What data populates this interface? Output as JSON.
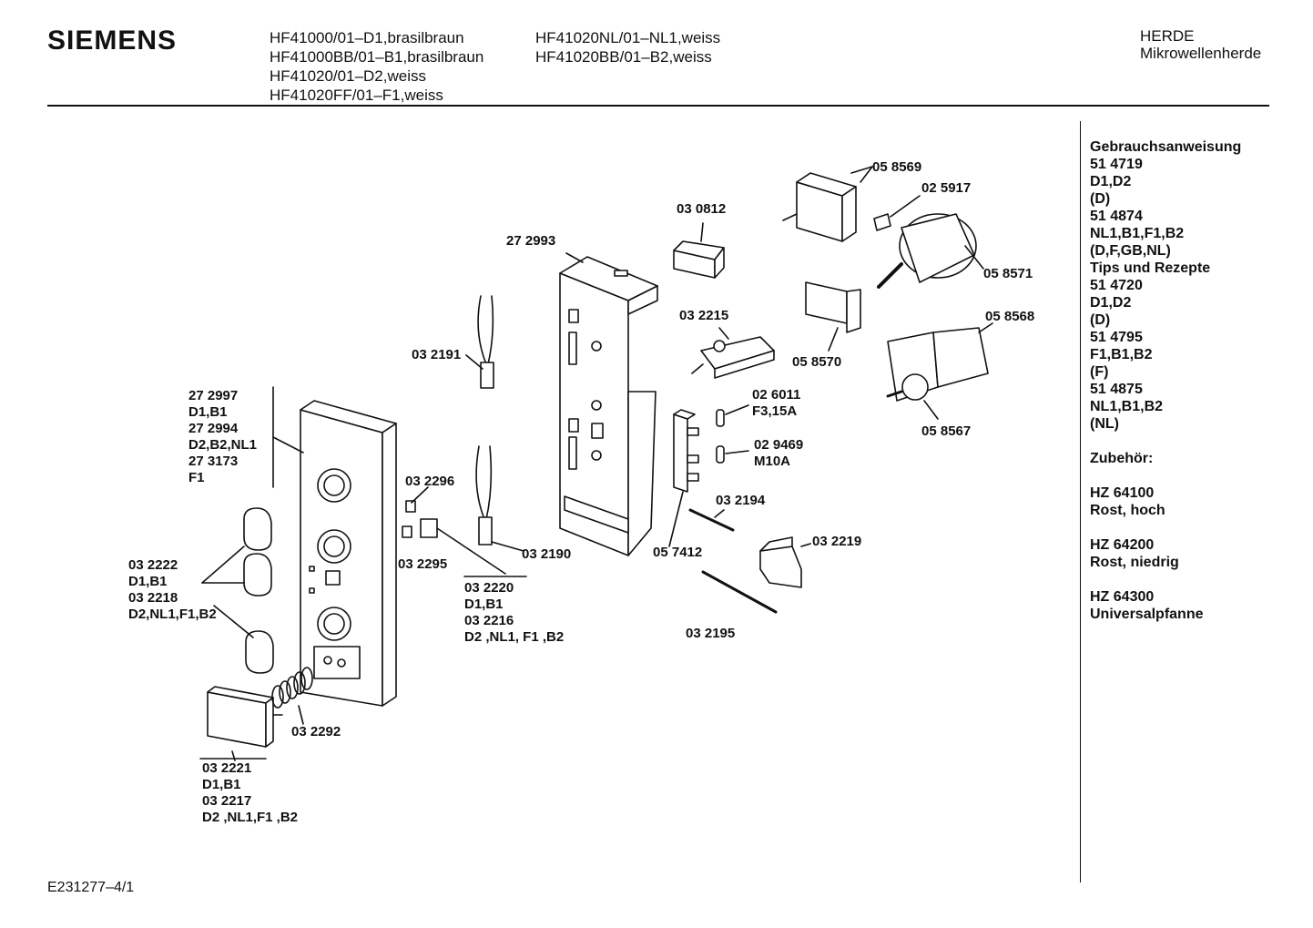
{
  "header": {
    "brand": "SIEMENS",
    "models_col1": [
      "HF41000/01–D1,brasilbraun",
      "HF41000BB/01–B1,brasilbraun",
      "HF41020/01–D2,weiss",
      "HF41020FF/01–F1,weiss"
    ],
    "models_col2": [
      "HF41020NL/01–NL1,weiss",
      "HF41020BB/01–B2,weiss"
    ],
    "category": [
      "HERDE",
      "Mikrowellenherde"
    ]
  },
  "sidebar": {
    "lines": [
      "Gebrauchsanweisung",
      "51 4719",
      "D1,D2",
      "(D)",
      "51 4874",
      "NL1,B1,F1,B2",
      "(D,F,GB,NL)",
      "Tips und Rezepte",
      "51 4720",
      "D1,D2",
      "(D)",
      "51 4795",
      "F1,B1,B2",
      "(F)",
      "51 4875",
      "NL1,B1,B2",
      "(NL)",
      "",
      "Zubehör:",
      "",
      "HZ 64100",
      "Rost, hoch",
      "",
      "HZ 64200",
      "Rost, niedrig",
      "",
      "HZ 64300",
      "Universalpfanne"
    ]
  },
  "parts": {
    "p058569": "05 8569",
    "p025917": "02 5917",
    "p030812": "03 0812",
    "p272993": "27 2993",
    "p058571": "05 8571",
    "p032215": "03 2215",
    "p058570": "05 8570",
    "p058568": "05 8568",
    "p032191": "03 2191",
    "p026011": [
      "02 6011",
      "F3,15A"
    ],
    "p058567": "05 8567",
    "p029469": [
      "02 9469",
      "M10A"
    ],
    "panel": [
      "27 2997",
      "D1,B1",
      "27 2994",
      "D2,B2,NL1",
      "27 3173",
      "F1"
    ],
    "p032296": "03 2296",
    "p032194": "03 2194",
    "p032219": "03 2219",
    "p032295": "03 2295",
    "p032190": "03 2190",
    "p057412": "05 7412",
    "knobs": [
      "03 2222",
      "D1,B1",
      "03 2218",
      "D2,NL1,F1,B2"
    ],
    "buttons": [
      "03 2220",
      "D1,B1",
      "03 2216",
      "D2 ,NL1, F1 ,B2"
    ],
    "p032195": "03 2195",
    "p032292": "03 2292",
    "door_button": [
      "03 2221",
      "D1,B1",
      "03 2217",
      "D2 ,NL1,F1 ,B2"
    ]
  },
  "footer": {
    "code": "E231277–4/1"
  }
}
